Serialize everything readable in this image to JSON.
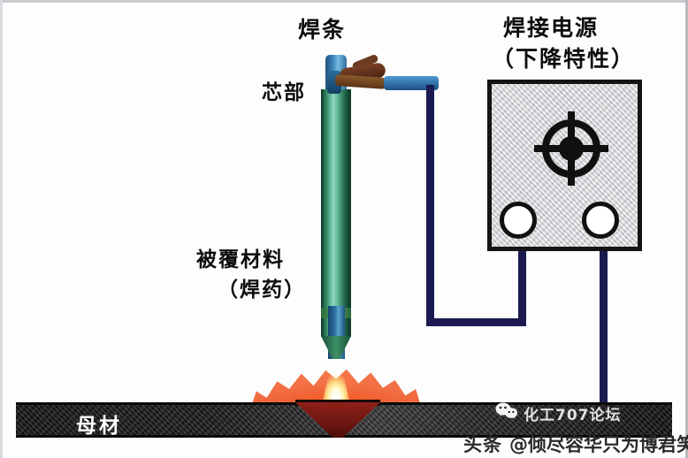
{
  "diagram": {
    "title_labels": {
      "electrode": "焊条",
      "core": "芯部",
      "coating": "被覆材料",
      "coating_sub": "（焊药）",
      "power_source": "焊接电源",
      "power_source_sub": "（下降特性）",
      "base_metal": "母材"
    },
    "components": {
      "electrode_holder": "electrode-holder",
      "welding_cable": "welding-cable",
      "ground_cable": "ground-cable",
      "knob": "control-knob",
      "terminal_left": "output-terminal-negative",
      "terminal_right": "output-terminal-positive",
      "arc": "welding-arc",
      "weld_pool": "weld-pool-groove"
    },
    "colors": {
      "coating_green": "#2f7a55",
      "core_blue": "#3d86bd",
      "cable_navy": "#1b1b52",
      "arc_yellow": "#ffef90",
      "glow_orange": "#f45c24",
      "base_dark": "#1b1b1b",
      "weld_red": "#8e2018",
      "psu_gray": "#d6d6da",
      "outline_black": "#141414"
    }
  },
  "watermarks": {
    "forum": "化工707论坛",
    "toutiao_prefix": "头条",
    "toutiao_handle": "@倾尽容华只为博君笑",
    "wechat_icon": "wechat-icon"
  }
}
